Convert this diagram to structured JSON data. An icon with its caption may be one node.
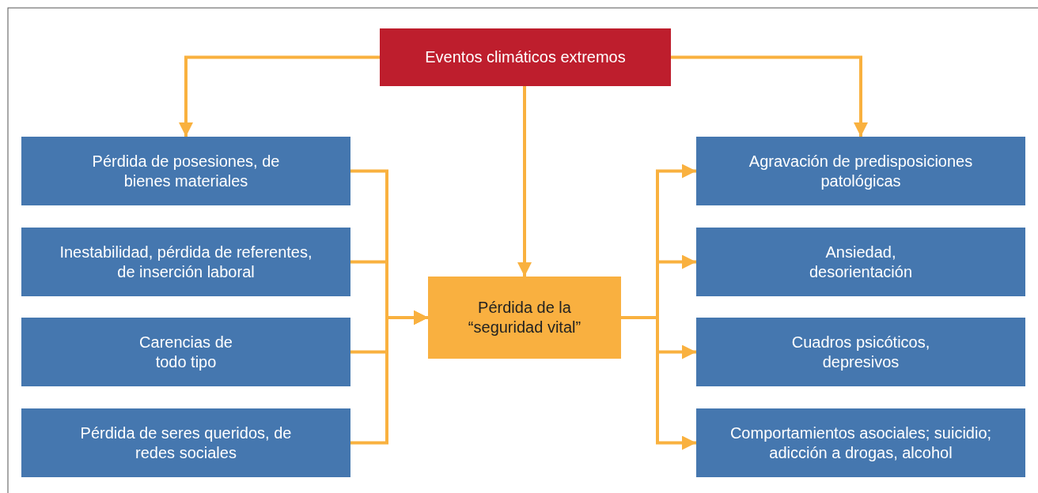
{
  "diagram": {
    "nodes": [
      {
        "text": [
          "Eventos climáticos extremos"
        ]
      },
      {
        "text": [
          "Pérdida de posesiones, de bienes materiales"
        ]
      },
      {
        "text": [
          "Inestabilidad, pérdida de referentes, de inserción laboral"
        ]
      },
      {
        "text": [
          "Carencias de todo tipo"
        ]
      },
      {
        "text": [
          "Pérdida de seres queridos, de redes sociales"
        ]
      },
      {
        "text": [
          "Pérdida de la “seguridad vital”"
        ]
      },
      {
        "text": [
          "Agravación de predisposiciones patológicas"
        ]
      },
      {
        "text": [
          "Ansiedad, desorientación"
        ]
      },
      {
        "text": [
          "Cuadros psicóticos, depresivos"
        ]
      },
      {
        "text": [
          "Comportamientos asociales; suicidio; adicción a drogas, alcohol"
        ]
      }
    ],
    "edges": [
      {
        "from": 0,
        "to": 1,
        "arrow": "to"
      },
      {
        "from": 0,
        "to": 5,
        "arrow": "to"
      },
      {
        "from": 0,
        "to": 6,
        "arrow": "to"
      },
      {
        "from": 1,
        "to": 5,
        "arrow": "to"
      },
      {
        "from": 2,
        "to": 5,
        "arrow": "to"
      },
      {
        "from": 3,
        "to": 5,
        "arrow": "to"
      },
      {
        "from": 4,
        "to": 5,
        "arrow": "to"
      },
      {
        "from": 5,
        "to": 6,
        "arrow": "to"
      },
      {
        "from": 5,
        "to": 7,
        "arrow": "to"
      },
      {
        "from": 5,
        "to": 8,
        "arrow": "to"
      },
      {
        "from": 5,
        "to": 9,
        "arrow": "to"
      }
    ]
  }
}
